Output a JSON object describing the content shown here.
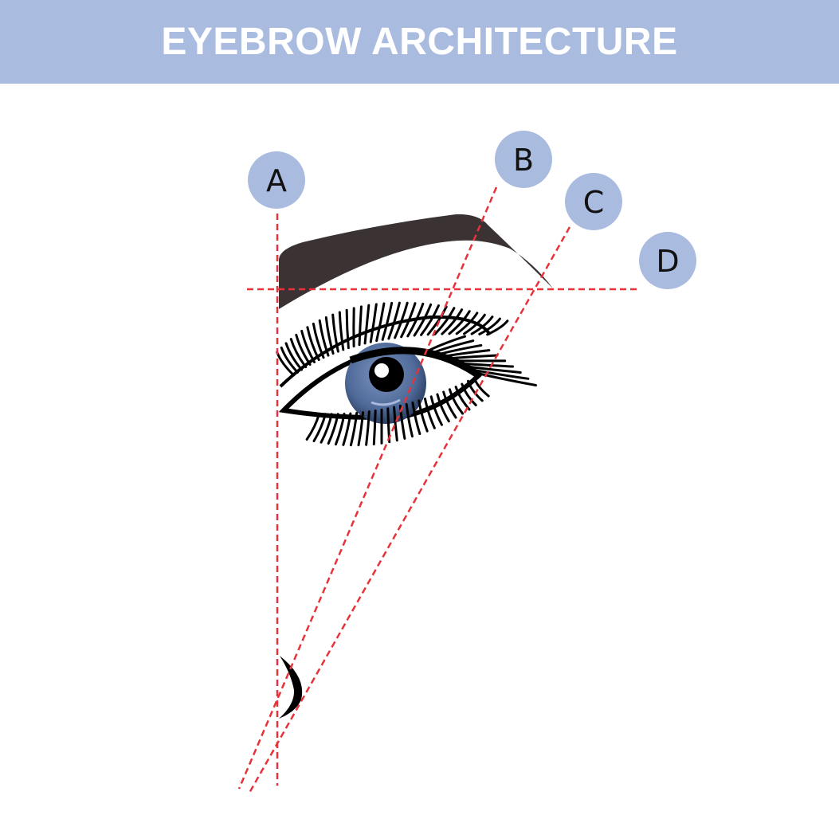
{
  "title": "EYEBROW ARCHITECTURE",
  "markers": [
    {
      "label": "A"
    },
    {
      "label": "B"
    },
    {
      "label": "C"
    },
    {
      "label": "D"
    }
  ],
  "colors": {
    "header": "#aabbe0",
    "marker": "#aabbe0",
    "guide_line": "#e8323a",
    "eyebrow": "#3a3233",
    "iris": "#4f6a99"
  }
}
